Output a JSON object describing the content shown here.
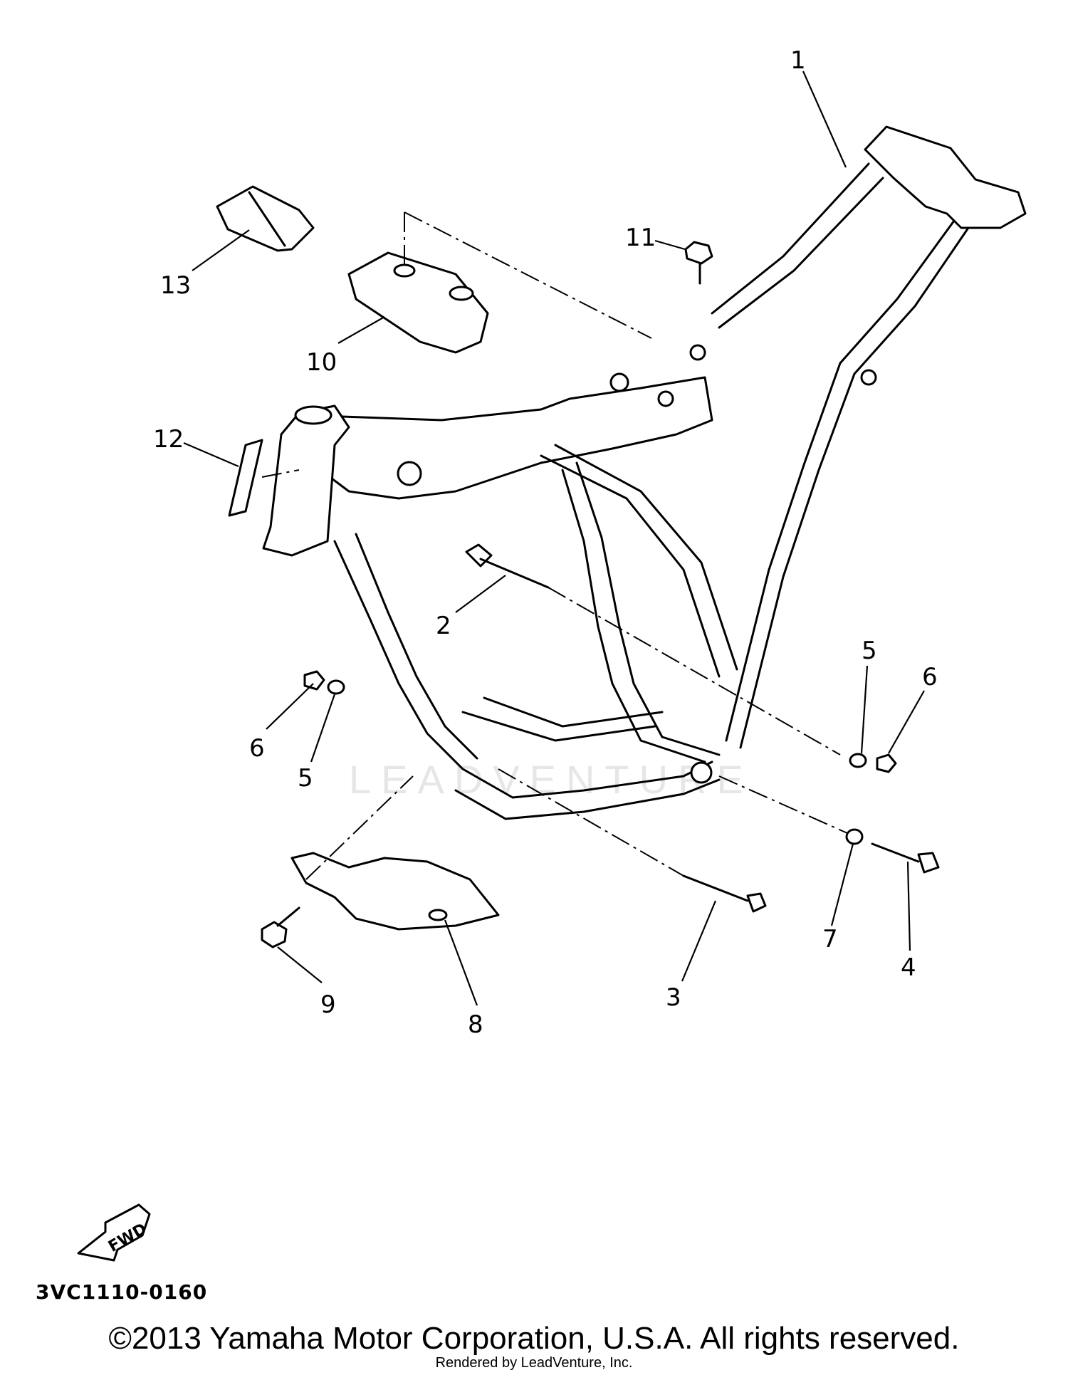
{
  "diagram": {
    "callouts": [
      {
        "id": "1",
        "label": "1"
      },
      {
        "id": "2",
        "label": "2"
      },
      {
        "id": "3",
        "label": "3"
      },
      {
        "id": "4",
        "label": "4"
      },
      {
        "id": "5a",
        "label": "5"
      },
      {
        "id": "5b",
        "label": "5"
      },
      {
        "id": "6a",
        "label": "6"
      },
      {
        "id": "6b",
        "label": "6"
      },
      {
        "id": "7",
        "label": "7"
      },
      {
        "id": "8",
        "label": "8"
      },
      {
        "id": "9",
        "label": "9"
      },
      {
        "id": "10",
        "label": "10"
      },
      {
        "id": "11",
        "label": "11"
      },
      {
        "id": "12",
        "label": "12"
      },
      {
        "id": "13",
        "label": "13"
      }
    ],
    "fwd_label": "FWD",
    "diagram_code": "3VC1110-0160",
    "watermark": "LEADVENTURE"
  },
  "footer": {
    "copyright": "©2013 Yamaha Motor Corporation, U.S.A. All rights reserved.",
    "rendered_by": "Rendered by LeadVenture, Inc."
  }
}
